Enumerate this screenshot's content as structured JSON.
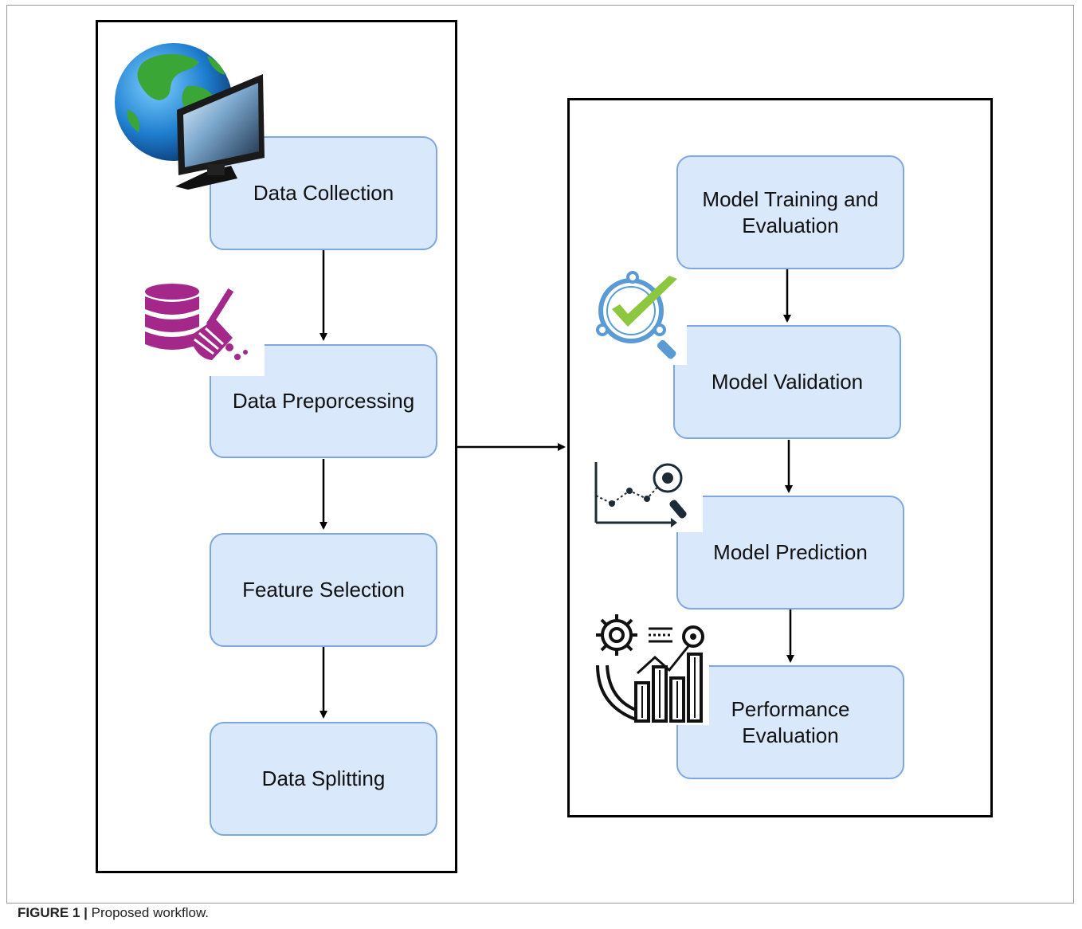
{
  "figure": {
    "caption_label": "FIGURE 1 |",
    "caption_text": " Proposed workflow."
  },
  "left_column": {
    "steps": [
      {
        "label": "Data Collection",
        "icon": "globe-computer-icon"
      },
      {
        "label": "Data Preporcessing",
        "icon": "database-broom-icon"
      },
      {
        "label": "Feature Selection"
      },
      {
        "label": "Data Splitting"
      }
    ]
  },
  "right_column": {
    "steps": [
      {
        "label": "Model Training and\nEvaluation"
      },
      {
        "label": "Model Validation",
        "icon": "magnifier-check-icon"
      },
      {
        "label": "Model Prediction",
        "icon": "chart-magnifier-icon"
      },
      {
        "label": "Performance\nEvaluation",
        "icon": "gear-bar-chart-icon"
      }
    ]
  },
  "colors": {
    "box_fill": "#dae8fc",
    "box_border": "#7ea6e0",
    "broom_icon": "#a3288a",
    "check_icon": "#8dc63f",
    "magnifier_icon": "#5b9bd5"
  }
}
